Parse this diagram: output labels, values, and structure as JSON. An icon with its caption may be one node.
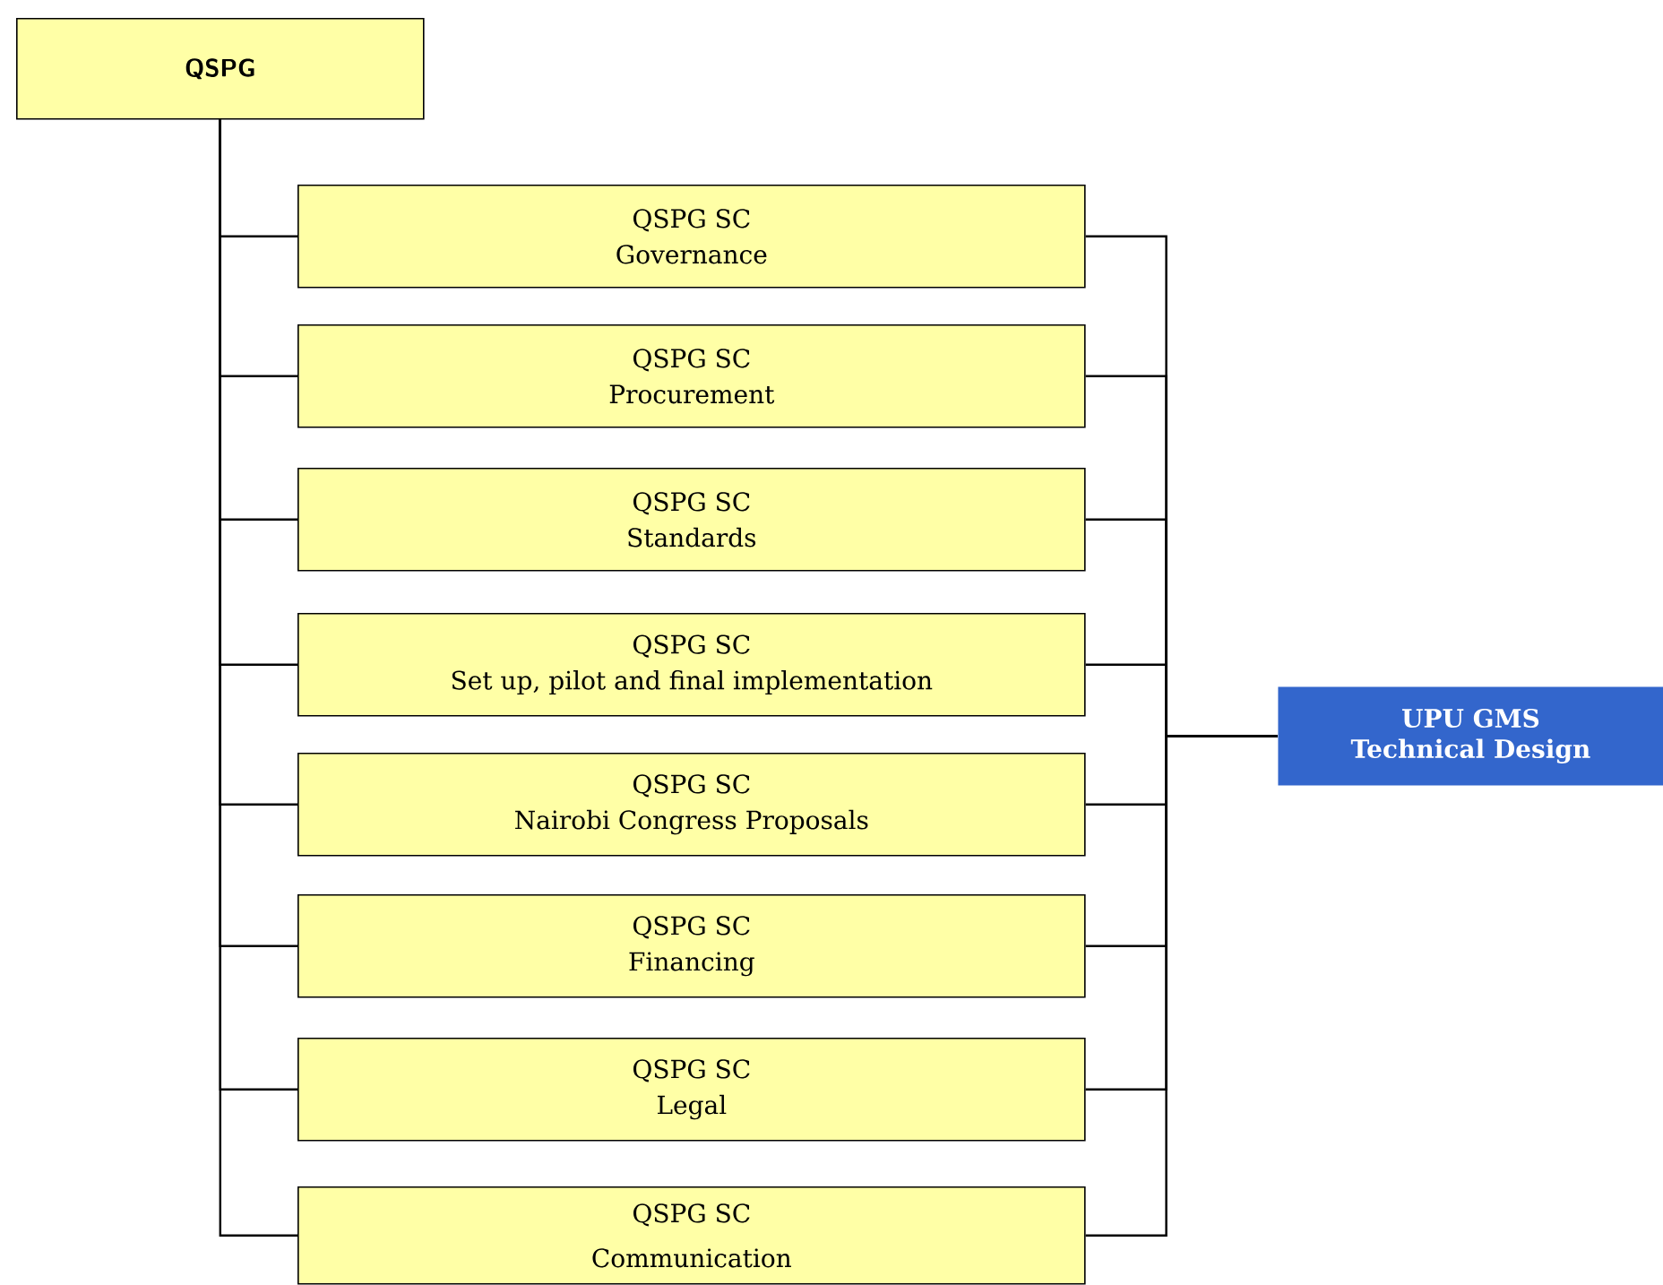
{
  "diagram": {
    "nodes": [
      {
        "text": [
          "QSPG"
        ]
      },
      {
        "text": [
          "QSPG SC",
          "Governance"
        ]
      },
      {
        "text": [
          "QSPG SC",
          "Procurement"
        ]
      },
      {
        "text": [
          "QSPG SC",
          "Standards"
        ]
      },
      {
        "text": [
          "QSPG SC",
          "Set up, pilot and final implementation"
        ]
      },
      {
        "text": [
          "QSPG SC",
          "Nairobi Congress Proposals"
        ]
      },
      {
        "text": [
          "QSPG SC",
          "Financing"
        ]
      },
      {
        "text": [
          "QSPG SC",
          "Legal"
        ]
      },
      {
        "text": [
          "QSPG SC",
          "Communication"
        ]
      },
      {
        "text": [
          "UPU GMS",
          "Technical Design"
        ]
      }
    ],
    "edges": [
      {
        "from": 0,
        "to": 1,
        "arrow": "none"
      },
      {
        "from": 0,
        "to": 2,
        "arrow": "none"
      },
      {
        "from": 0,
        "to": 3,
        "arrow": "none"
      },
      {
        "from": 0,
        "to": 4,
        "arrow": "none"
      },
      {
        "from": 0,
        "to": 5,
        "arrow": "none"
      },
      {
        "from": 0,
        "to": 6,
        "arrow": "none"
      },
      {
        "from": 0,
        "to": 7,
        "arrow": "none"
      },
      {
        "from": 0,
        "to": 8,
        "arrow": "none"
      },
      {
        "from": 1,
        "to": 9,
        "arrow": "none"
      },
      {
        "from": 2,
        "to": 9,
        "arrow": "none"
      },
      {
        "from": 3,
        "to": 9,
        "arrow": "none"
      },
      {
        "from": 4,
        "to": 9,
        "arrow": "none"
      },
      {
        "from": 5,
        "to": 9,
        "arrow": "none"
      },
      {
        "from": 6,
        "to": 9,
        "arrow": "none"
      },
      {
        "from": 7,
        "to": 9,
        "arrow": "none"
      },
      {
        "from": 8,
        "to": 9,
        "arrow": "none"
      }
    ]
  }
}
